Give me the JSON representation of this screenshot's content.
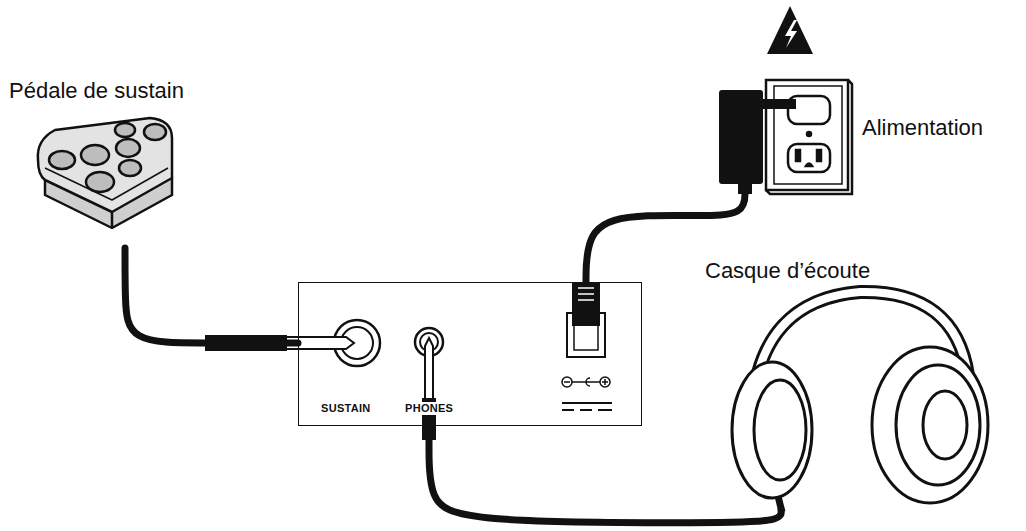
{
  "diagram": {
    "nodes": [
      {
        "text": [
          "Pédale de sustain"
        ]
      },
      {
        "text": [
          "Alimentation"
        ]
      },
      {
        "text": [
          "Casque d’écoute"
        ]
      },
      {
        "text": [
          "SUSTAIN",
          "PHONES"
        ]
      }
    ],
    "edges": [
      {
        "from": 0,
        "to": 3,
        "arrow": "none"
      },
      {
        "from": 1,
        "to": 3,
        "arrow": "none"
      },
      {
        "from": 2,
        "to": 3,
        "arrow": "none"
      }
    ]
  }
}
